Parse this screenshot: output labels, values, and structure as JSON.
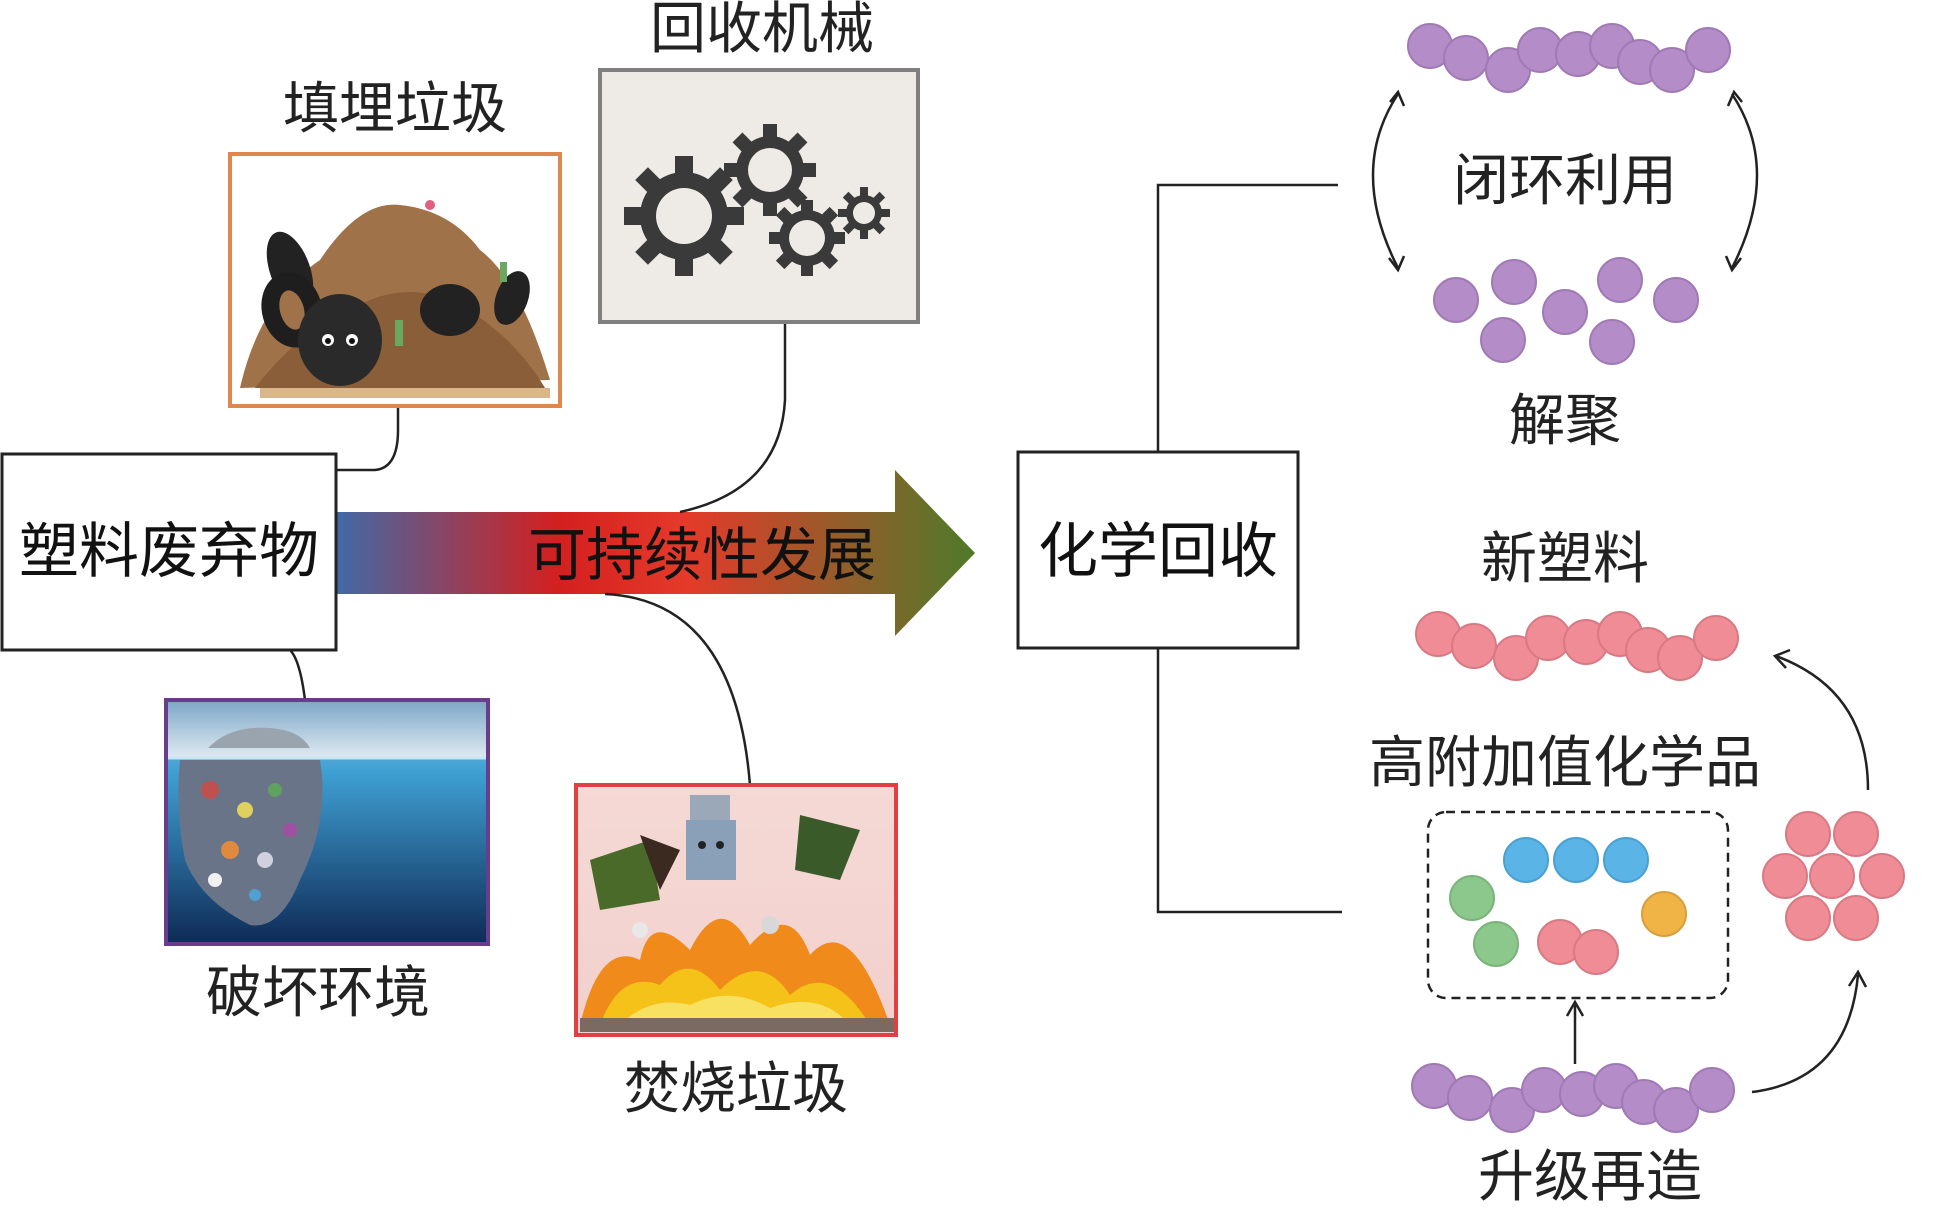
{
  "nodes": {
    "plastic_waste": "塑料废弃物",
    "chemical_recycling": "化学回收"
  },
  "arrow_label": "可持续性发展",
  "panels": {
    "landfill": "填埋垃圾",
    "recycling_machinery": "回收机械",
    "environment_damage": "破坏环境",
    "incineration": "焚烧垃圾"
  },
  "branches": {
    "closed_loop": "闭环利用",
    "depolymerization": "解聚",
    "new_plastic": "新塑料",
    "high_value_chemicals": "高附加值化学品",
    "upcycling": "升级再造"
  },
  "colors": {
    "purple_monomer": "#b48cc8",
    "pink_monomer": "#f08c96",
    "blue_molecule": "#5ab4e6",
    "green_molecule": "#8cc88c",
    "orange_molecule": "#f0b446",
    "landfill_frame": "#e0874e",
    "machinery_frame": "#808080",
    "environment_frame": "#6a3c8c",
    "incineration_frame": "#e04040",
    "arrow_gradient": [
      "#4a6aa8",
      "#e02020",
      "#5a7a2a"
    ]
  },
  "icons": [
    "gear-icon",
    "landfill-illustration",
    "ocean-plastic-illustration",
    "fire-illustration"
  ]
}
